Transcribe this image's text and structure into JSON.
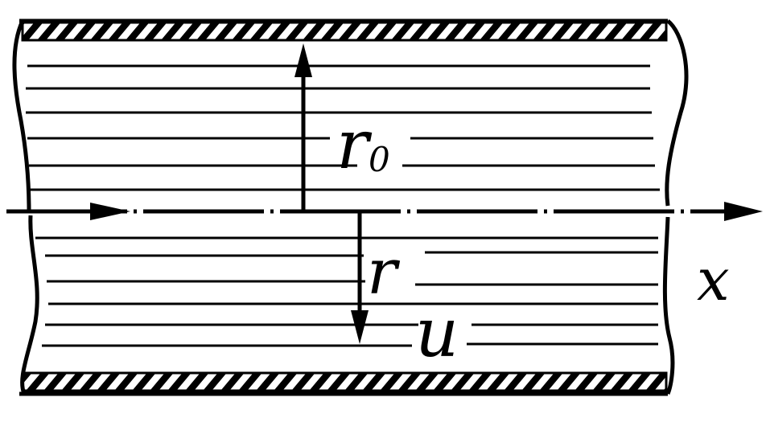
{
  "labels": {
    "r0_base": "r",
    "r0_sub": "0",
    "r": "r",
    "u": "u",
    "x": "x"
  },
  "colors": {
    "ink": "#000000",
    "background": "#ffffff"
  }
}
